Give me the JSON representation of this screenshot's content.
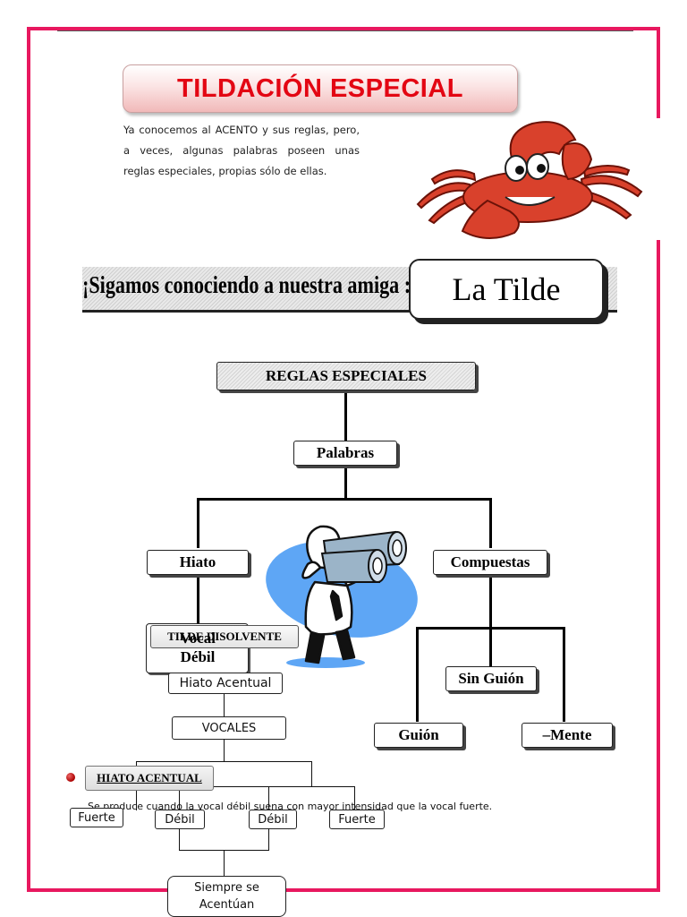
{
  "header": {
    "title": "TILDACIÓN ESPECIAL",
    "intro": "Ya conocemos al ACENTO y sus reglas, pero, a veces, algunas palabras poseen unas reglas especiales, propias sólo de ellas."
  },
  "banner": {
    "text": "¡Sigamos conociendo a nuestra amiga :",
    "highlight": "La Tilde"
  },
  "tree": {
    "root": "REGLAS ESPECIALES",
    "level1": "Palabras",
    "left": "Hiato",
    "right": "Compuestas",
    "compuestas_children": {
      "middle": "Sin Guión",
      "left": "Guión",
      "right": "–Mente"
    }
  },
  "hiato_branch": {
    "tilde": "TILDE DISOLVENTE",
    "vocal_debil_a": "Vocal",
    "vocal_debil_b": "Débil",
    "hiato_acentual": "Hiato Acentual",
    "vocales": "VOCALES",
    "leaves": [
      "Fuerte",
      "Débil",
      "Débil",
      "Fuerte"
    ],
    "result_a": "Siempre se",
    "result_b": "Acentúan"
  },
  "section": {
    "label": "HIATO ACENTUAL",
    "text": "Se produce cuando la vocal débil suena con mayor intensidad que la vocal fuerte."
  },
  "colors": {
    "frame": "#e8185f",
    "title": "#e30613",
    "crab": "#d9412c",
    "oval": "#5ea6f5"
  },
  "icons": [
    "crab-illustration",
    "binoculars-man-illustration"
  ]
}
